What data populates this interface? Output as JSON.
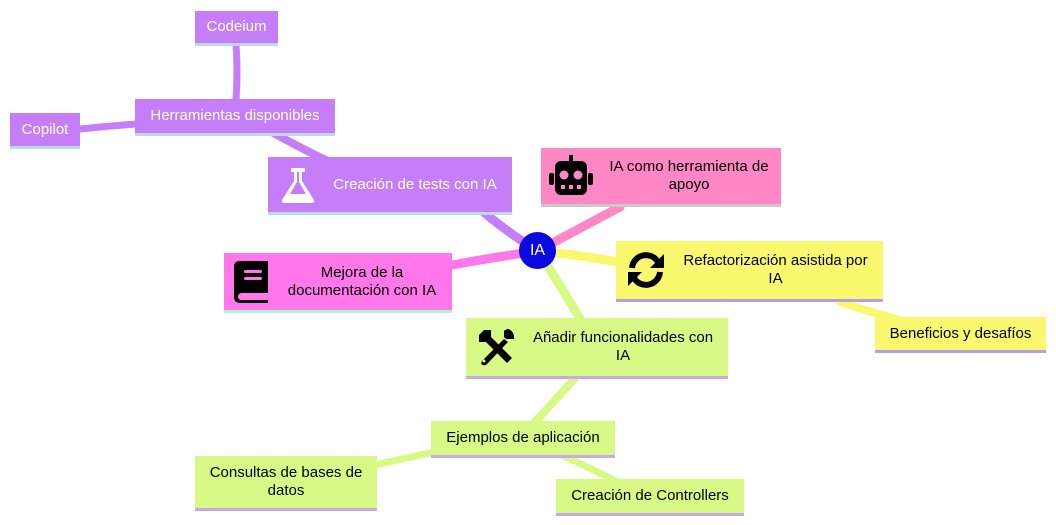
{
  "colors": {
    "root": "#0a0ae0",
    "purple": "#c57ef8",
    "pink": "#ff87c5",
    "magenta": "#ff77e9",
    "yellow": "#faf86e",
    "lime": "#d8f986"
  },
  "mindmap": {
    "root": "IA",
    "branches": {
      "tests": {
        "label": "Creación de tests con IA",
        "icon": "flask-icon",
        "children": {
          "tools": {
            "label": "Herramientas disponibles",
            "children": {
              "codeium": "Codeium",
              "copilot": "Copilot"
            }
          }
        }
      },
      "support": {
        "label": "IA como herramienta de apoyo",
        "icon": "robot-icon"
      },
      "docs": {
        "label": "Mejora de la documentación con IA",
        "icon": "book-icon"
      },
      "refactor": {
        "label": "Refactorización asistida por IA",
        "icon": "refresh-icon",
        "children": {
          "benefits": "Beneficios y desafíos"
        }
      },
      "features": {
        "label": "Añadir funcionalidades con IA",
        "icon": "tools-icon",
        "children": {
          "examples": {
            "label": "Ejemplos de aplicación",
            "children": {
              "queries": "Consultas de bases de datos",
              "controllers": "Creación de Controllers"
            }
          }
        }
      }
    }
  }
}
